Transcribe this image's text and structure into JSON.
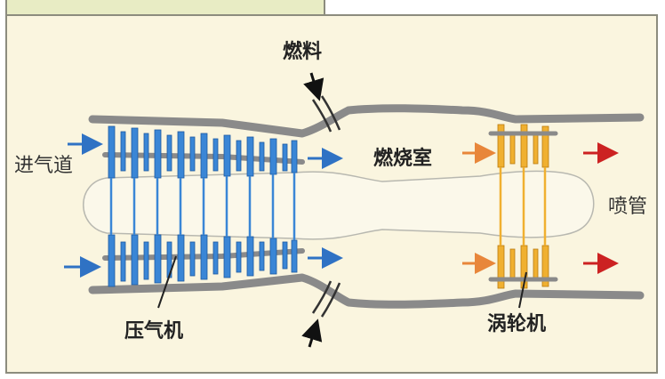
{
  "labels": {
    "fuel": "燃料",
    "inlet": "进气道",
    "combustor": "燃烧室",
    "nozzle": "喷管",
    "compressor": "压气机",
    "turbine": "涡轮机"
  },
  "colors": {
    "background": "#faf5df",
    "title_tab": "#e8ecc4",
    "casing": "#8a8a8a",
    "compressor_blade": "#3a86d6",
    "turbine_blade": "#f0b030",
    "inlet_arrow": "#2f72c4",
    "turbine_arrow": "#e8863a",
    "exhaust_arrow": "#cc2222",
    "fuel_arrow": "#111111"
  }
}
